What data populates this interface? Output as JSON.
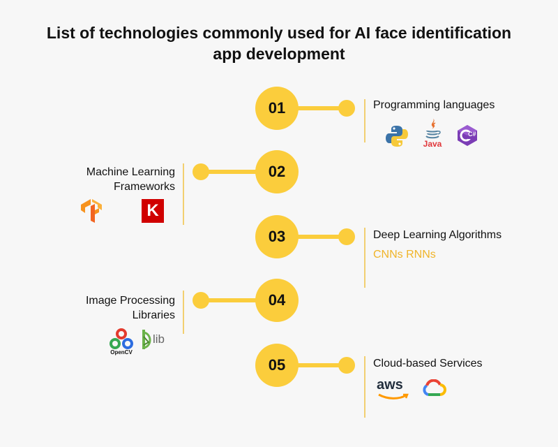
{
  "title": {
    "line1": "List of technologies commonly used for AI face identification",
    "line2": "app development"
  },
  "steps": [
    {
      "number": "01",
      "label": "Programming languages",
      "icons": [
        "python-icon",
        "java-icon",
        "csharp-icon"
      ],
      "icon_text": {
        "java": "Java",
        "csharp": "C#"
      }
    },
    {
      "number": "02",
      "label_line1": "Machine Learning",
      "label_line2": "Frameworks",
      "icons": [
        "tensorflow-icon",
        "keras-icon"
      ],
      "icon_text": {
        "keras": "K"
      }
    },
    {
      "number": "03",
      "label": "Deep Learning Algorithms",
      "sub": "CNNs RNNs"
    },
    {
      "number": "04",
      "label_line1": "Image Processing",
      "label_line2": "Libraries",
      "icons": [
        "opencv-icon",
        "dlib-icon"
      ],
      "icon_text": {
        "opencv": "OpenCV",
        "dlib": "lib"
      }
    },
    {
      "number": "05",
      "label": "Cloud-based Services",
      "icons": [
        "aws-icon",
        "google-cloud-icon"
      ],
      "icon_text": {
        "aws": "aws"
      }
    }
  ],
  "colors": {
    "accent": "#fbcd3c",
    "sub_text": "#f0b429",
    "background": "#f7f7f7"
  }
}
